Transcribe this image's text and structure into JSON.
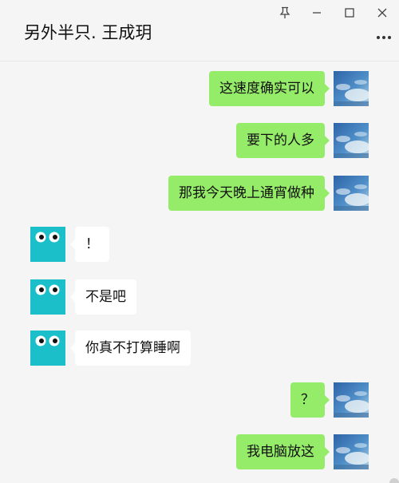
{
  "window": {
    "title": "另外半只. 王成玥",
    "pin_icon": "pin-icon",
    "minimize_icon": "minimize-icon",
    "maximize_icon": "maximize-icon",
    "close_icon": "close-icon",
    "more_icon": "more-icon"
  },
  "messages": [
    {
      "sender": "me",
      "text": "这速度确实可以"
    },
    {
      "sender": "me",
      "text": "要下的人多"
    },
    {
      "sender": "me",
      "text": "那我今天晚上通宵做种"
    },
    {
      "sender": "them",
      "text": "！"
    },
    {
      "sender": "them",
      "text": "不是吧"
    },
    {
      "sender": "them",
      "text": "你真不打算睡啊"
    },
    {
      "sender": "me",
      "text": "？"
    },
    {
      "sender": "me",
      "text": "我电脑放这"
    }
  ],
  "colors": {
    "my_bubble": "#95ec69",
    "their_bubble": "#ffffff",
    "background": "#f5f5f5",
    "their_avatar": "#1bbfca"
  }
}
